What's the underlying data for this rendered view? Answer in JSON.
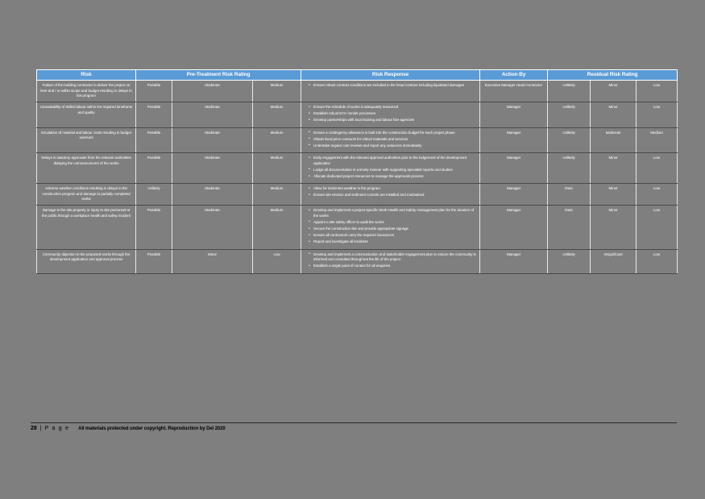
{
  "document": {
    "table_headers": {
      "risk": "Risk",
      "pre_treatment": "Pre-Treatment Risk Rating",
      "risk_response": "Risk Response",
      "action_by": "Action By",
      "residual": "Residual Risk Rating"
    },
    "rows": [
      {
        "risk": "Failure of the building contractor to deliver the project on time and / or within scope and budget resulting in delays to the program",
        "pre_likelihood": "Possible",
        "pre_consequence": "Moderate",
        "pre_rating": "Medium",
        "responses": [
          "Ensure robust contract conditions are included in the head contract including liquidated damages"
        ],
        "action_by": "Executive Manager Head Contractor",
        "res_likelihood": "Unlikely",
        "res_consequence": "Minor",
        "res_rating": "Low"
      },
      {
        "risk": "Unavailability of skilled labour within the required timeframe and quality",
        "pre_likelihood": "Possible",
        "pre_consequence": "Moderate",
        "pre_rating": "Medium",
        "responses": [
          "Ensure the schedule of works is adequately resourced",
          "Establish robust EOI / tender processes",
          "Develop partnerships with local training and labour hire agencies"
        ],
        "action_by": "Manager",
        "res_likelihood": "Unlikely",
        "res_consequence": "Minor",
        "res_rating": "Low"
      },
      {
        "risk": "Escalation of material and labour costs resulting in budget overruns",
        "pre_likelihood": "Possible",
        "pre_consequence": "Moderate",
        "pre_rating": "Medium",
        "responses": [
          "Ensure a contingency allowance is built into the construction budget for each project phase",
          "Obtain fixed price contracts for critical materials and services",
          "Undertake regular cost reviews and report any variances immediately"
        ],
        "action_by": "Manager",
        "res_likelihood": "Unlikely",
        "res_consequence": "Moderate",
        "res_rating": "Medium"
      },
      {
        "risk": "Delays in statutory approvals from the relevant authorities delaying the commencement of the works",
        "pre_likelihood": "Possible",
        "pre_consequence": "Moderate",
        "pre_rating": "Medium",
        "responses": [
          "Early engagement with the relevant approval authorities prior to the lodgement of the development application",
          "Lodge all documentation in a timely manner with supporting specialist reports and studies",
          "Allocate dedicated project resources to manage the approvals process"
        ],
        "action_by": "Manager",
        "res_likelihood": "Unlikely",
        "res_consequence": "Minor",
        "res_rating": "Low"
      },
      {
        "risk": "Adverse weather conditions resulting in delays to the construction program and damage to partially completed works",
        "pre_likelihood": "Unlikely",
        "pre_consequence": "Moderate",
        "pre_rating": "Medium",
        "responses": [
          "Allow for inclement weather in the program",
          "Ensure site erosion and sediment controls are installed and maintained"
        ],
        "action_by": "Manager",
        "res_likelihood": "Rare",
        "res_consequence": "Minor",
        "res_rating": "Low"
      },
      {
        "risk": "Damage to the site property or injury to site personnel or the public through a workplace health and safety incident",
        "pre_likelihood": "Possible",
        "pre_consequence": "Moderate",
        "pre_rating": "Medium",
        "responses": [
          "Develop and implement a project specific Work Health and Safety management plan for the duration of the works",
          "Appoint a site safety officer to audit the works",
          "Secure the construction site and provide appropriate signage",
          "Ensure all contractors carry the required insurances",
          "Report and investigate all incidents"
        ],
        "action_by": "Manager",
        "res_likelihood": "Rare",
        "res_consequence": "Minor",
        "res_rating": "Low"
      },
      {
        "risk": "Community objection to the proposed works through the development application and approval process",
        "pre_likelihood": "Possible",
        "pre_consequence": "Minor",
        "pre_rating": "Low",
        "responses": [
          "Develop and implement a communication and stakeholder engagement plan to ensure the community is informed and consulted throughout the life of the project",
          "Establish a single point of contact for all enquiries"
        ],
        "action_by": "Manager",
        "res_likelihood": "Unlikely",
        "res_consequence": "Insignificant",
        "res_rating": "Low"
      }
    ]
  },
  "footer": {
    "page_number": "28",
    "separator": "|",
    "page_label": "P a g e",
    "copyright": "All materials protected under copyright. Reproduction by Del 2020"
  }
}
